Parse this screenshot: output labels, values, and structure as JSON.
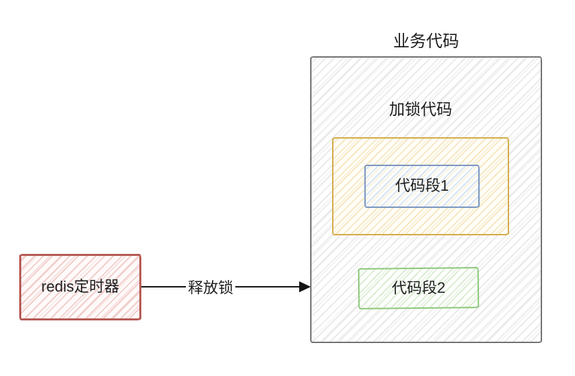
{
  "colors": {
    "text": "#1d1d1f",
    "arrow": "#141414",
    "gray-border": "#737373",
    "gray-hatch": "#ebebeb",
    "yellow-border": "#d3ac4b",
    "yellow-hatch": "#f6e8c3",
    "blue-border": "#7b97c2",
    "blue-hatch": "#d7e3f1",
    "green-border": "#8cc87a",
    "green-hatch": "#dcecd4",
    "red-border": "#b75b56",
    "red-hatch": "#f1cfcc"
  },
  "nodes": {
    "business_code": {
      "label": "业务代码"
    },
    "lock_code": {
      "label": "加锁代码"
    },
    "code_segment_1": {
      "label": "代码段1"
    },
    "code_segment_2": {
      "label": "代码段2"
    },
    "redis_timer": {
      "label": "redis定时器"
    }
  },
  "edge": {
    "label": "释放锁",
    "from": "redis_timer",
    "to": "business_code"
  }
}
